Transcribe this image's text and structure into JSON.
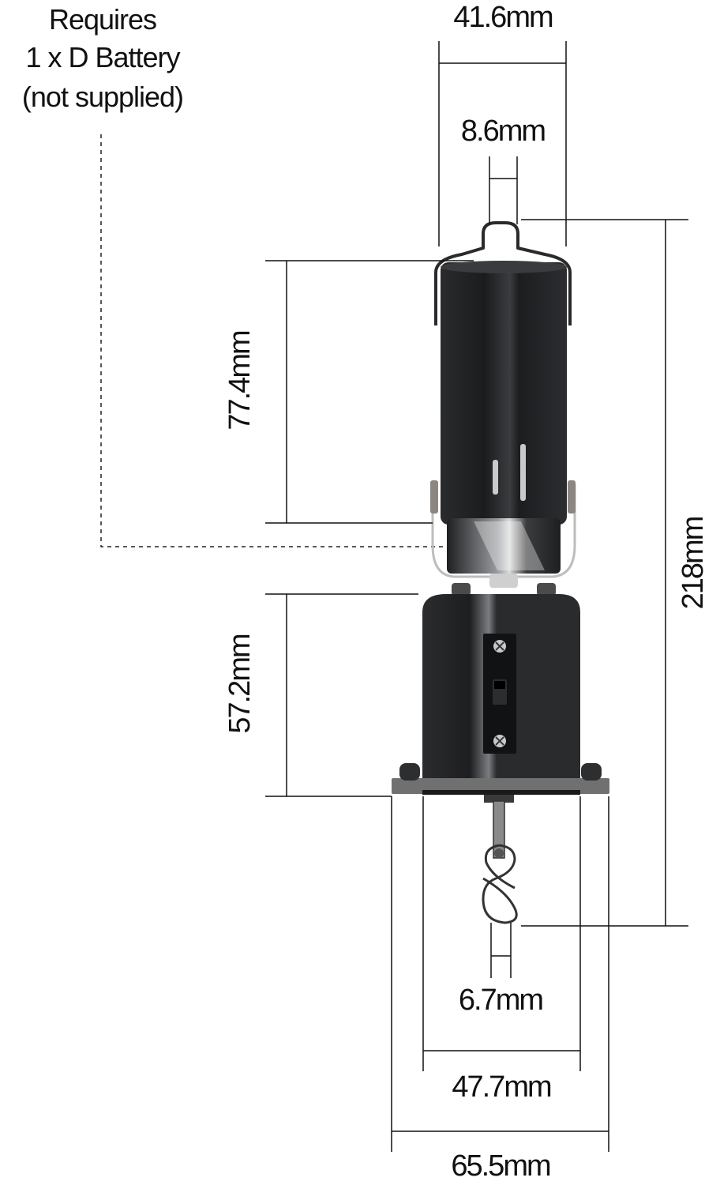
{
  "note": {
    "line1": "Requires",
    "line2": "1 x D Battery",
    "line3": "(not supplied)"
  },
  "dimensions": {
    "top_width": "41.6mm",
    "hook_width": "8.6mm",
    "total_height": "218mm",
    "upper_body_height": "77.4mm",
    "lower_body_height": "57.2mm",
    "shaft_width": "6.7mm",
    "housing_width": "47.7mm",
    "base_width": "65.5mm"
  },
  "colors": {
    "body": "#222325",
    "highlight": "#5b5d60",
    "wire": "#b8b8b8",
    "base_plate": "#6e6e6e",
    "dimension_line": "#111111"
  }
}
